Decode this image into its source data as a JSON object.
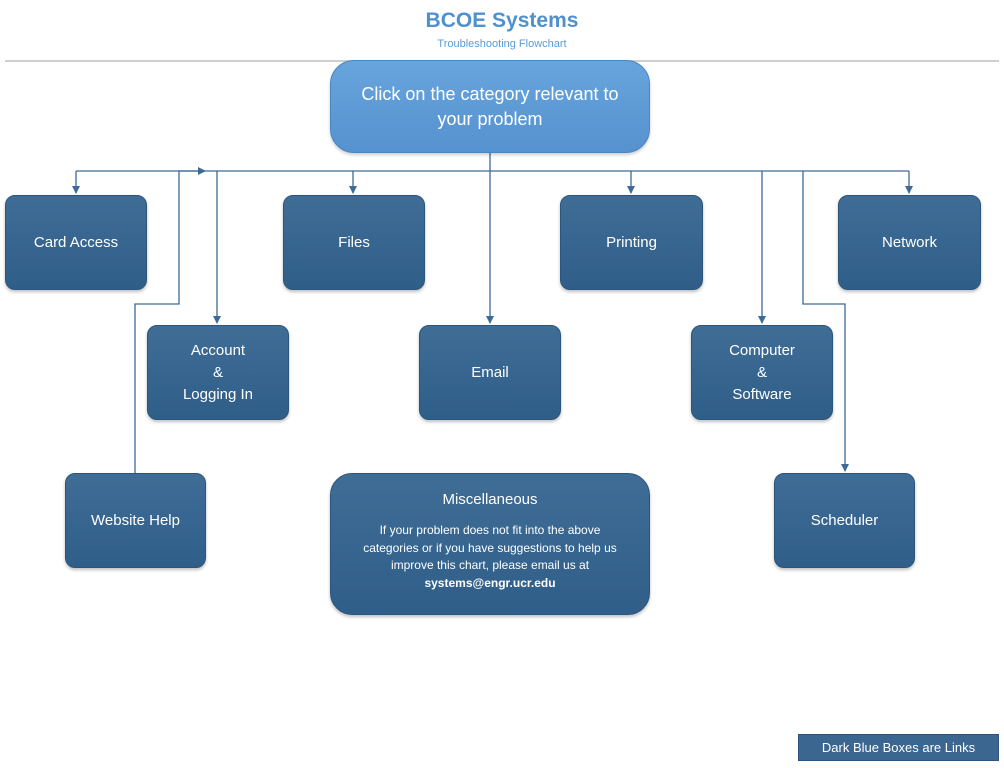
{
  "header": {
    "title": "BCOE Systems",
    "subtitle": "Troubleshooting Flowchart"
  },
  "start_box": {
    "text": "Click on the category relevant to your problem"
  },
  "categories": {
    "card_access": "Card Access",
    "files": "Files",
    "printing": "Printing",
    "network": "Network",
    "account_line1": "Account",
    "account_line2": "&",
    "account_line3": "Logging In",
    "email": "Email",
    "computer_line1": "Computer",
    "computer_line2": "&",
    "computer_line3": "Software",
    "website_help": "Website Help",
    "scheduler": "Scheduler"
  },
  "misc": {
    "title": "Miscellaneous",
    "body": "If your problem does not fit into the above categories or if you have suggestions to help us improve this chart, please email us at",
    "email": "systems@engr.ucr.edu"
  },
  "legend": {
    "text": "Dark Blue Boxes are Links"
  },
  "colors": {
    "title": "#4f90cd",
    "start_box": "#5b9bd5",
    "link_box": "#335f8a",
    "connector": "#3d6a96"
  }
}
